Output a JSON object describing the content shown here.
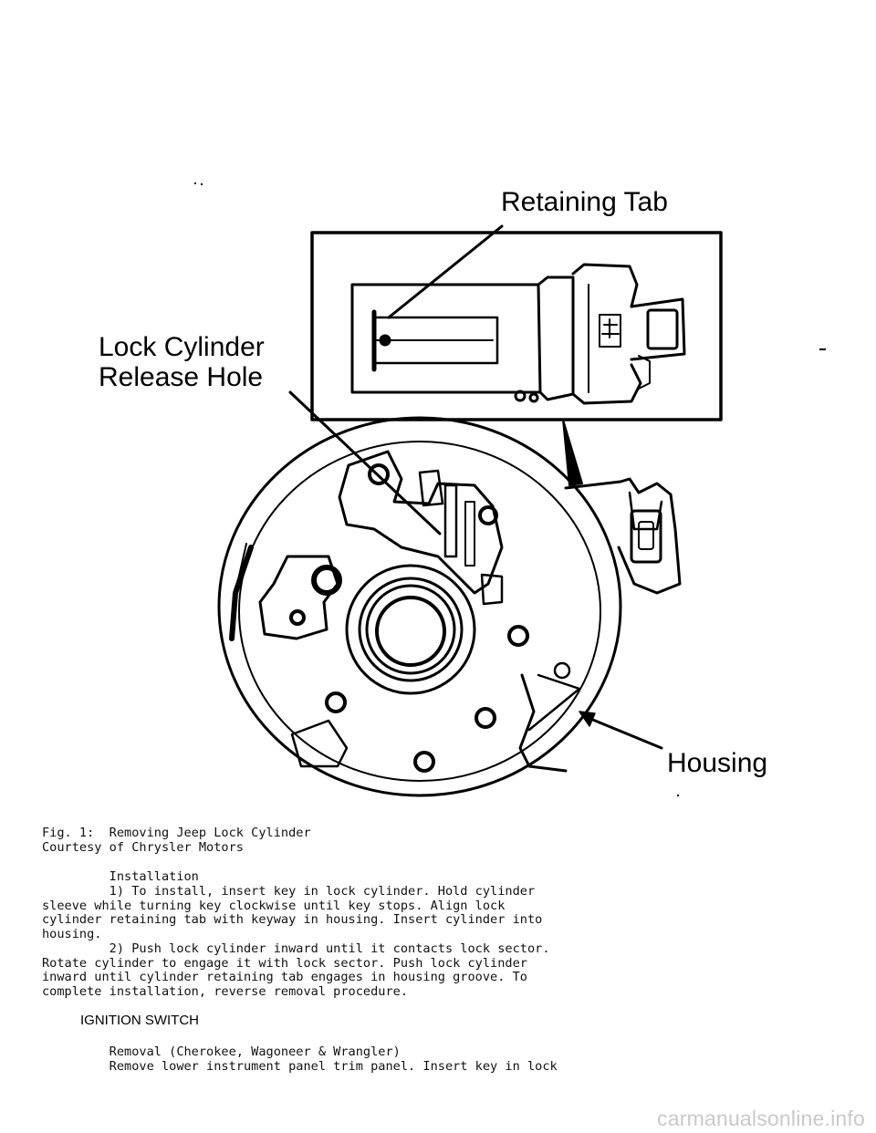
{
  "figure": {
    "label_retaining_tab": "Retaining Tab",
    "label_release_hole_line1": "Lock Cylinder",
    "label_release_hole_line2": "Release Hole",
    "label_housing": "Housing",
    "caption_line1": "Fig. 1:  Removing Jeep Lock Cylinder",
    "caption_line2": "Courtesy of Chrysler Motors"
  },
  "installation": {
    "heading": "         Installation",
    "lines": [
      "         1) To install, insert key in lock cylinder. Hold cylinder",
      "sleeve while turning key clockwise until key stops. Align lock",
      "cylinder retaining tab with keyway in housing. Insert cylinder into",
      "housing.",
      "         2) Push lock cylinder inward until it contacts lock sector.",
      "Rotate cylinder to engage it with lock sector. Push lock cylinder",
      "inward until cylinder retaining tab engages in housing groove. To",
      "complete installation, reverse removal procedure."
    ]
  },
  "ignition_switch": {
    "heading": "IGNITION SWITCH",
    "subheading": "         Removal (Cherokee, Wagoneer & Wrangler)",
    "line1": "         Remove lower instrument panel trim panel. Insert key in lock"
  },
  "watermark": "carmanualsonline.info"
}
